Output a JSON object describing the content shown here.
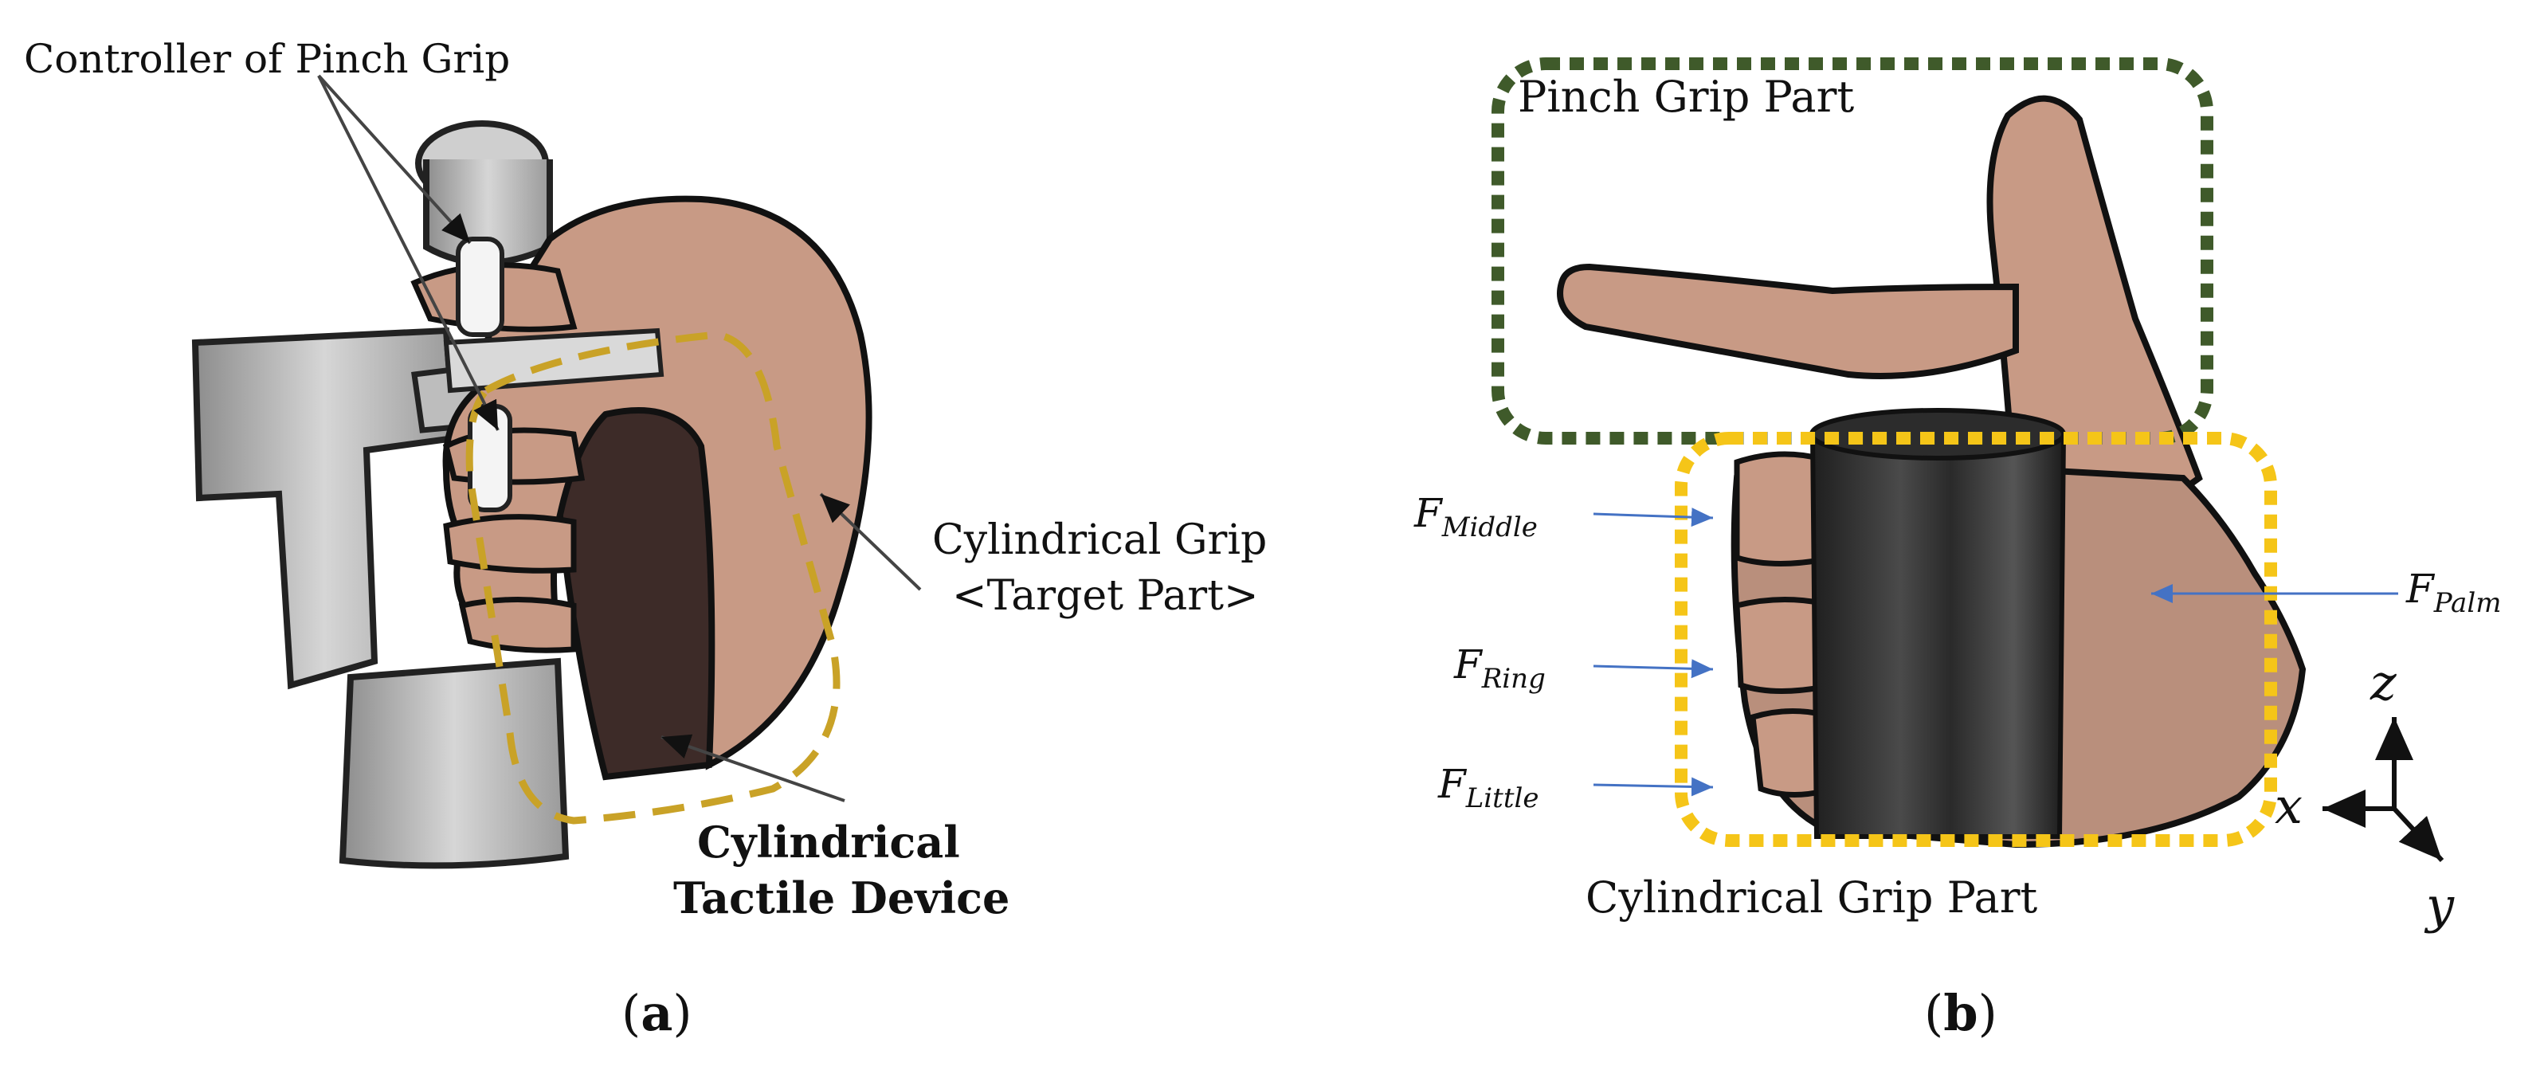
{
  "panel_a": {
    "caption_open": "(",
    "caption_letter": "a",
    "caption_close": ")",
    "controller_label": "Controller of Pinch Grip",
    "cyl_grip_line1": "Cylindrical Grip",
    "cyl_grip_line2": "<Target Part>",
    "device_line1": "Cylindrical",
    "device_line2": "Tactile Device"
  },
  "panel_b": {
    "caption_open": "(",
    "caption_letter": "b",
    "caption_close": ")",
    "pinch_label": "Pinch Grip Part",
    "cyl_part_label": "Cylindrical Grip Part",
    "forces": [
      {
        "main": "F",
        "sub": "Middle"
      },
      {
        "main": "F",
        "sub": "Ring"
      },
      {
        "main": "F",
        "sub": "Little"
      },
      {
        "main": "F",
        "sub": "Palm"
      }
    ],
    "axes": {
      "z": "z",
      "x": "x",
      "y": "y"
    }
  },
  "colors": {
    "pinch_box": "#3f5a2a",
    "cyl_box_b": "#f5c518",
    "cyl_box_a": "#c9a227",
    "arrow_blue": "#4472c4",
    "skin": "#c89a85",
    "device": "#3d2b28"
  }
}
